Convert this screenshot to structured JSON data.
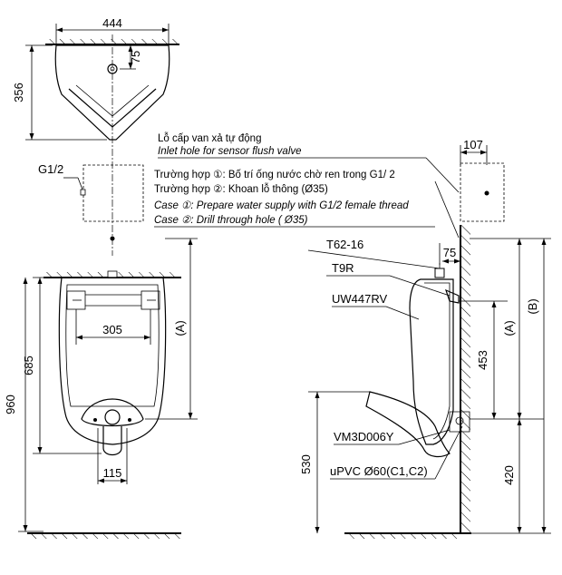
{
  "dimensions": {
    "top_width": "444",
    "top_depth": "356",
    "top_hole_offset": "75",
    "side_inlet_offset": "107",
    "front_bracket_span": "305",
    "front_685": "685",
    "front_960": "960",
    "front_outlet_width": "115",
    "front_A": "(A)",
    "side_A": "(A)",
    "side_B": "(B)",
    "side_75": "75",
    "side_453": "453",
    "side_530": "530",
    "side_420": "420"
  },
  "labels": {
    "g12": "G1/2",
    "t62": "T62-16",
    "t9r": "T9R",
    "uw447rv": "UW447RV",
    "vm3d006y": "VM3D006Y",
    "upvc": "uPVC Ø60(C1,C2)"
  },
  "notes": {
    "inlet_vi": "Lỗ cấp van xả tự động",
    "inlet_en": "Inlet hole for sensor flush valve",
    "case1_vi": "Trường hợp ①: Bố trí ống nước chờ ren trong G1/ 2",
    "case2_vi": "Trường hợp ②: Khoan lỗ thông (Ø35)",
    "case1_en": "Case ①: Prepare water supply with G1/2 female thread",
    "case2_en": "Case ②: Drill through hole ( Ø35)"
  }
}
